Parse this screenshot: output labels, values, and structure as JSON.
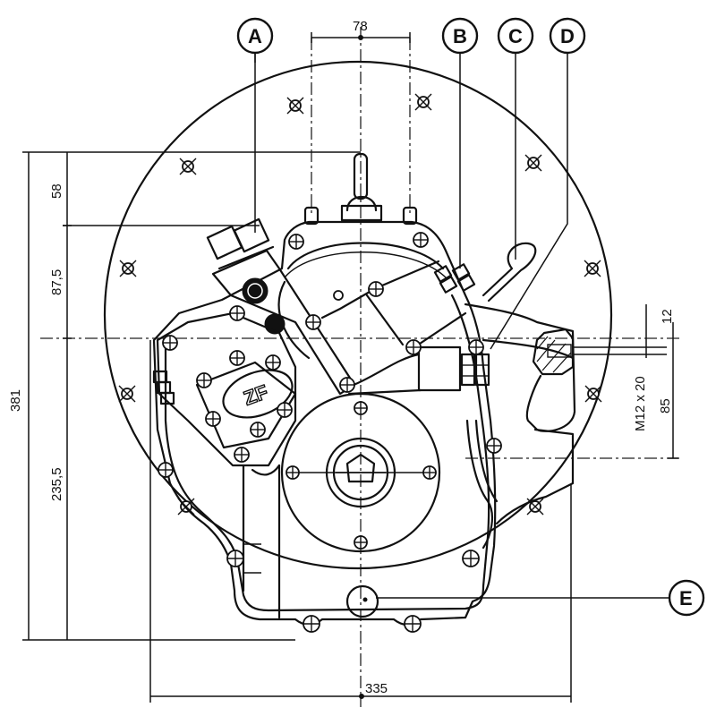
{
  "drawing": {
    "subject": "Marine gearbox front view with installation dimensions",
    "line_color": "#111111",
    "background": "#ffffff"
  },
  "callouts": [
    {
      "id": "A",
      "label": "A"
    },
    {
      "id": "B",
      "label": "B"
    },
    {
      "id": "C",
      "label": "C"
    },
    {
      "id": "D",
      "label": "D"
    },
    {
      "id": "E",
      "label": "E"
    }
  ],
  "dimensions": {
    "top_width": "78",
    "bottom_width": "335",
    "total_height": "381",
    "upper_offset": "58",
    "middle_offset": "87,5",
    "lower_offset": "235,5",
    "right_small": "12",
    "right_offset": "85",
    "thread_spec": "M12 x 20"
  },
  "logo": {
    "text": "ZF"
  }
}
